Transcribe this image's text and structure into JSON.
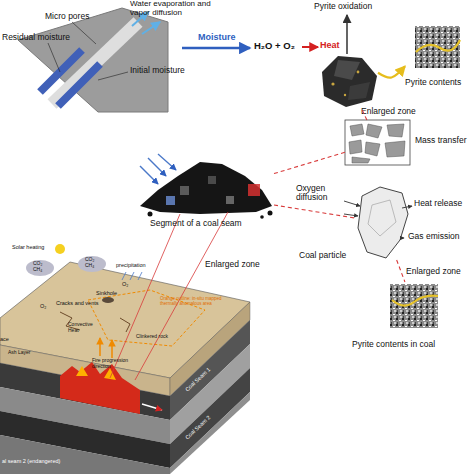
{
  "diagram": {
    "nodes": [
      {
        "text": [
          "Pyrite oxidation"
        ]
      },
      {
        "text": [
          "Pyrite contents"
        ]
      },
      {
        "text": [
          "Enlarged zone",
          "Mass transfer"
        ]
      },
      {
        "text": [
          "Segment of a coal seam"
        ]
      },
      {
        "text": [
          "Coal particle"
        ]
      },
      {
        "text": [
          "Enlarged zone",
          "Pyrite contents in coal"
        ]
      }
    ],
    "edges": [
      {
        "from": 0,
        "to": 1,
        "arrow": "to"
      },
      {
        "from": 3,
        "to": 2,
        "arrow": "none"
      },
      {
        "from": 2,
        "to": 0,
        "arrow": "none"
      },
      {
        "from": 3,
        "to": 4,
        "arrow": "none"
      },
      {
        "from": 4,
        "to": 5,
        "arrow": "none"
      }
    ],
    "labels": [
      "Micro pores",
      "Water evaporation and vapor diffusion",
      "Residual moisture",
      "Initial moisture",
      "Moisture",
      "H₂O + O₂",
      "Heat",
      "Oxygen diffusion",
      "Heat release",
      "Gas emission",
      "Enlarged zone",
      "Solar heating",
      "CO₂ CH₄",
      "CO₂ CH₄",
      "precipitation",
      "Sinkhole",
      "O₂",
      "Cracks and vents",
      "O₂",
      "ace",
      "Convective Heat",
      "Clinkered rock",
      "Ash Layer",
      "Fire progression direction",
      "Orange outline: in-situ mapped thermally anomalous area",
      "Coal Seam 1",
      "Coal Seam 2",
      "al seam 2 (endangered)"
    ]
  }
}
